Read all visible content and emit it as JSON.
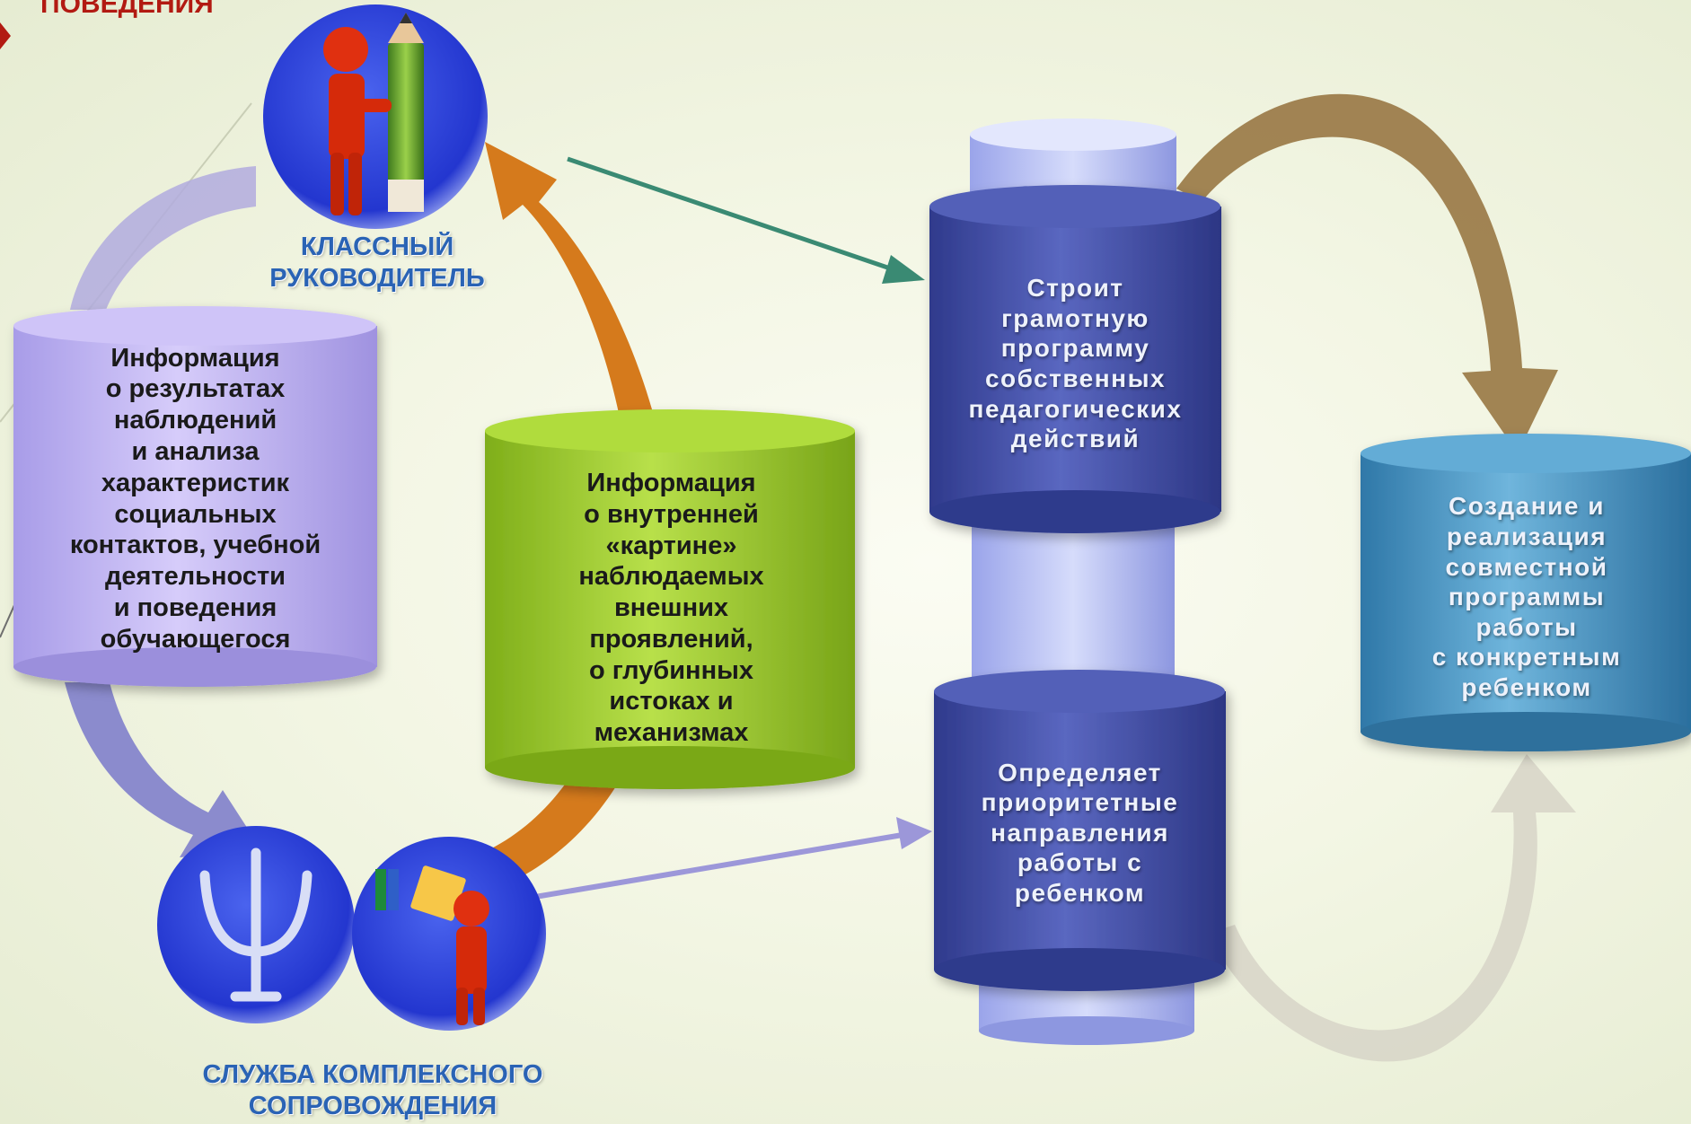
{
  "header": {
    "text": "ПОВЕДЕНИЯ"
  },
  "actors": {
    "teacher": "КЛАССНЫЙ\nРУКОВОДИТЕЛЬ",
    "service": "СЛУЖБА КОМПЛЕКСНОГО\nСОПРОВОЖДЕНИЯ"
  },
  "blocks": {
    "observation_info": "Информация\nо результатах\nнаблюдений\nи анализа\nхарактеристик\nсоциальных\nконтактов, учебной\nдеятельности\nи поведения\nобучающегося",
    "inner_picture_info": "Информация\nо внутренней\n«картине»\nнаблюдаемых\nвнешних\nпроявлений,\nо глубинных\nистоках и\nмеханизмах",
    "builds_program": "Строит\nграмотную\nпрограмму\nсобственных\nпедагогических\nдействий",
    "defines_priorities": "Определяет\nприоритетные\nнаправления\nработы с\nребенком",
    "joint_program": "Создание и\nреализация\nсовместной\nпрограммы\nработы\nс конкретным\nребенком"
  },
  "icons": {
    "teacher": "person-with-pencil-icon",
    "psy": "psi-symbol-icon",
    "service_worker": "person-with-folders-icon"
  },
  "colors": {
    "purple_cylinder": "#c3b6f1",
    "green_cylinder": "#9ecb2c",
    "navy_cylinder": "#4651a8",
    "teal_cylinder": "#4f9cc8",
    "orange_arrow": "#d57a1c",
    "brown_arrow": "#9a7a47",
    "actor_text": "#2a63b5",
    "header_text": "#b21a12"
  }
}
